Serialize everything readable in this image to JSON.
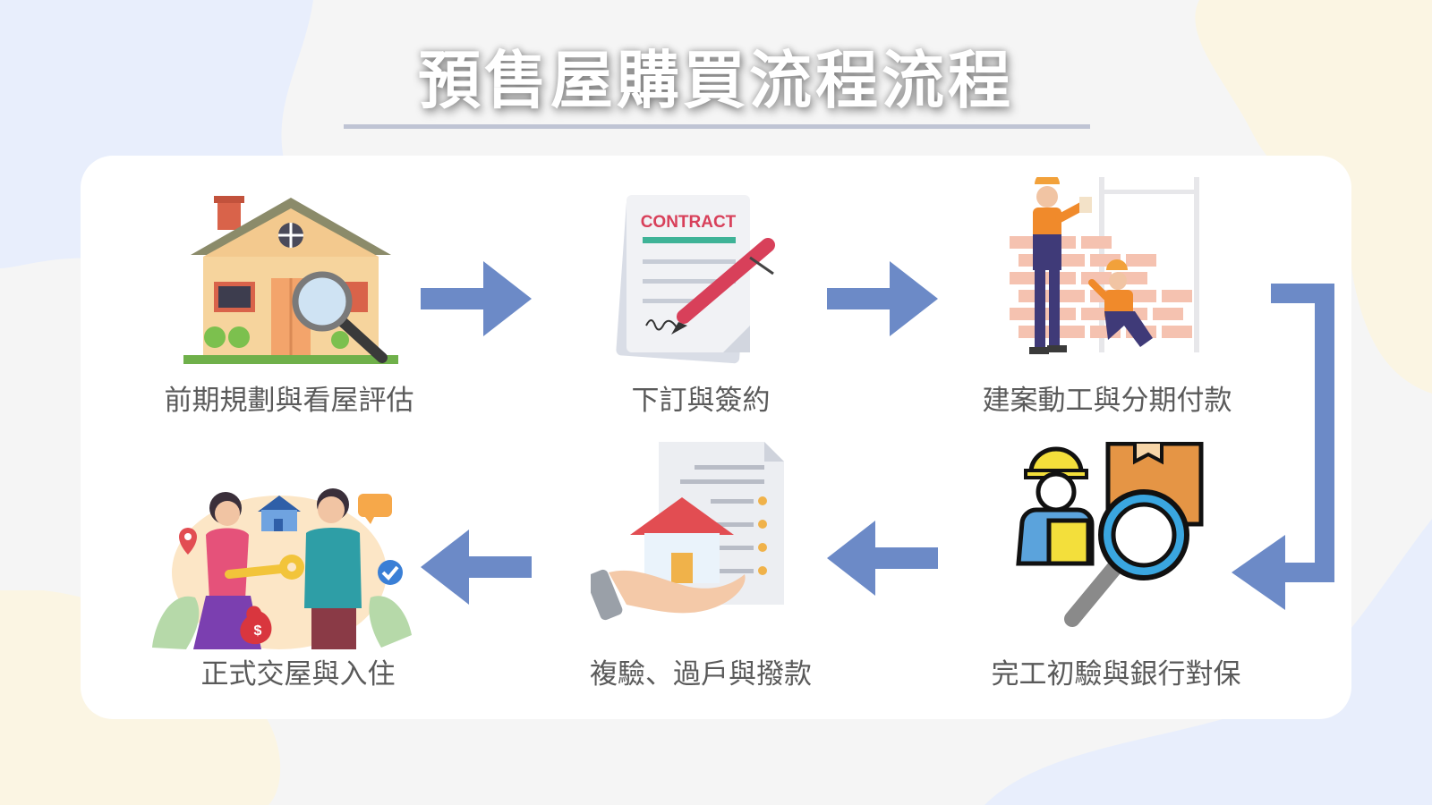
{
  "title": "預售屋購買流程流程",
  "colors": {
    "arrow": "#6c8ac7",
    "label": "#5a5a5a",
    "card": "#ffffff",
    "background": "#f5f5f5"
  },
  "steps": [
    {
      "label": "前期規劃與看屋評估",
      "icon": "house-magnifier-icon"
    },
    {
      "label": "下訂與簽約",
      "icon": "contract-pen-icon"
    },
    {
      "label": "建案動工與分期付款",
      "icon": "construction-workers-icon"
    },
    {
      "label": "完工初驗與銀行對保",
      "icon": "inspector-magnifier-icon"
    },
    {
      "label": "複驗、過戶與撥款",
      "icon": "house-in-hand-document-icon"
    },
    {
      "label": "正式交屋與入住",
      "icon": "key-handover-icon"
    }
  ],
  "contract_heading": "CONTRACT"
}
